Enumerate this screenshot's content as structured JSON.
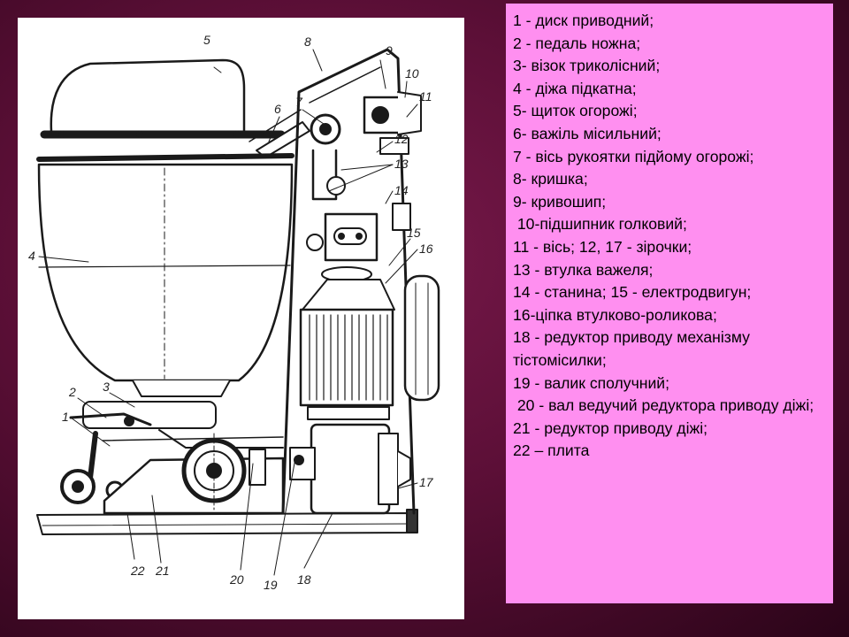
{
  "callouts": [
    "5",
    "8",
    "9",
    "10",
    "11",
    "6",
    "7",
    "12",
    "13",
    "14",
    "4",
    "15",
    "16",
    "2",
    "3",
    "1",
    "17",
    "22",
    "21",
    "20",
    "19",
    "18"
  ],
  "legend": [
    "1 - диск приводний;",
    "2 - педаль ножна;",
    "3- візок триколісний;",
    "4 - діжа підкатна;",
    "5- щиток огорожі;",
    "6- важіль місильний;",
    "7 - вісь рукоятки підйому огорожі;",
    "8- кришка;",
    "9- кривошип;",
    " 10-підшипник голковий;",
    "11 - вісь; 12, 17 - зірочки;",
    "13 - втулка важеля;",
    "14 - станина; 15 - електродвигун;",
    "16-ціпка втулково-роликова;",
    "18 - редуктор приводу механізму тістомісилки;",
    "19 - валик сполучний;",
    " 20 - вал ведучий редуктора приводу діжі;",
    "21 - редуктор приводу діжі;",
    "22 – плита"
  ]
}
